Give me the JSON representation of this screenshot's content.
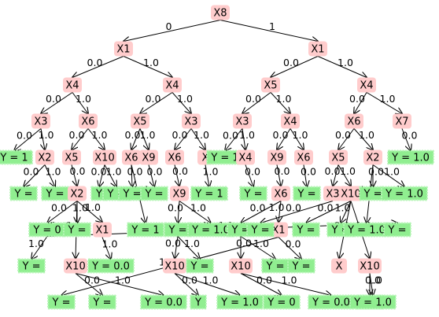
{
  "colors": {
    "split": "#ffcccc",
    "leaf": "#90ee90",
    "edge": "#000000",
    "background": "#ffffff"
  },
  "nodes": [
    {
      "id": "n0",
      "label": "X8",
      "type": "split"
    },
    {
      "id": "n1",
      "label": "X1",
      "type": "split"
    },
    {
      "id": "n2",
      "label": "X1",
      "type": "split"
    },
    {
      "id": "n3",
      "label": "X4",
      "type": "split"
    },
    {
      "id": "n4",
      "label": "X4",
      "type": "split"
    },
    {
      "id": "n5",
      "label": "X5",
      "type": "split"
    },
    {
      "id": "n6",
      "label": "X4",
      "type": "split"
    },
    {
      "id": "n7",
      "label": "X3",
      "type": "split"
    },
    {
      "id": "n8",
      "label": "X6",
      "type": "split"
    },
    {
      "id": "n9",
      "label": "X5",
      "type": "split"
    },
    {
      "id": "n10",
      "label": "X3",
      "type": "split"
    },
    {
      "id": "n11",
      "label": "X3",
      "type": "split"
    },
    {
      "id": "n12",
      "label": "X4",
      "type": "split"
    },
    {
      "id": "n13",
      "label": "X6",
      "type": "split"
    },
    {
      "id": "n14",
      "label": "X7",
      "type": "split"
    },
    {
      "id": "l1",
      "label": "Y = 1",
      "type": "leaf"
    },
    {
      "id": "n15",
      "label": "X2",
      "type": "split"
    },
    {
      "id": "n16",
      "label": "X5",
      "type": "split"
    },
    {
      "id": "n17",
      "label": "X10",
      "type": "split"
    },
    {
      "id": "n18",
      "label": "X6",
      "type": "split"
    },
    {
      "id": "n19",
      "label": "X9",
      "type": "split"
    },
    {
      "id": "n20",
      "label": "X6",
      "type": "split"
    },
    {
      "id": "n21",
      "label": "X",
      "type": "split"
    },
    {
      "id": "l2",
      "label": "Y = 1",
      "type": "leaf"
    },
    {
      "id": "n22",
      "label": "X4",
      "type": "split"
    },
    {
      "id": "n23",
      "label": "X9",
      "type": "split"
    },
    {
      "id": "n24",
      "label": "X6",
      "type": "split"
    },
    {
      "id": "n25",
      "label": "X5",
      "type": "split"
    },
    {
      "id": "n26",
      "label": "X2",
      "type": "split"
    },
    {
      "id": "l3",
      "label": "Y = 1.0",
      "type": "leaf"
    },
    {
      "id": "l4",
      "label": "Y =",
      "type": "leaf"
    },
    {
      "id": "l5",
      "label": "Y =",
      "type": "leaf"
    },
    {
      "id": "n27",
      "label": "X2",
      "type": "split"
    },
    {
      "id": "l6",
      "label": "Y",
      "type": "leaf"
    },
    {
      "id": "l7",
      "label": "Y =",
      "type": "leaf"
    },
    {
      "id": "l8",
      "label": "Y =",
      "type": "leaf"
    },
    {
      "id": "l9",
      "label": "Y =",
      "type": "leaf"
    },
    {
      "id": "n28",
      "label": "X9",
      "type": "split"
    },
    {
      "id": "l10",
      "label": "Y = 1",
      "type": "leaf"
    },
    {
      "id": "l11",
      "label": "Y =",
      "type": "leaf"
    },
    {
      "id": "n29",
      "label": "X6",
      "type": "split"
    },
    {
      "id": "l12",
      "label": "Y =",
      "type": "leaf"
    },
    {
      "id": "n30",
      "label": "X3",
      "type": "split"
    },
    {
      "id": "n31",
      "label": "X10",
      "type": "split"
    },
    {
      "id": "l13",
      "label": "Y =",
      "type": "leaf"
    },
    {
      "id": "l14",
      "label": "Y = 1.0",
      "type": "leaf"
    },
    {
      "id": "l15",
      "label": "Y = 0",
      "type": "leaf"
    },
    {
      "id": "l16",
      "label": "Y =",
      "type": "leaf"
    },
    {
      "id": "n32",
      "label": "X1",
      "type": "split"
    },
    {
      "id": "l17",
      "label": "Y = 1",
      "type": "leaf"
    },
    {
      "id": "l18",
      "label": "Y =",
      "type": "leaf"
    },
    {
      "id": "l19",
      "label": "Y = 1.0",
      "type": "leaf"
    },
    {
      "id": "l20",
      "label": "Y =",
      "type": "leaf"
    },
    {
      "id": "n33",
      "label": "X1",
      "type": "split"
    },
    {
      "id": "l21",
      "label": "Y =",
      "type": "leaf"
    },
    {
      "id": "l22",
      "label": "Y =",
      "type": "leaf"
    },
    {
      "id": "l23",
      "label": "Y =",
      "type": "leaf"
    },
    {
      "id": "l24",
      "label": "Y = 1.0",
      "type": "leaf"
    },
    {
      "id": "l25",
      "label": "Y =",
      "type": "leaf"
    },
    {
      "id": "l26",
      "label": "Y =",
      "type": "leaf"
    },
    {
      "id": "n34",
      "label": "X10",
      "type": "split"
    },
    {
      "id": "l27",
      "label": "Y = 0.0",
      "type": "leaf"
    },
    {
      "id": "n35",
      "label": "X10",
      "type": "split"
    },
    {
      "id": "l28",
      "label": "Y =",
      "type": "leaf"
    },
    {
      "id": "l29",
      "label": "Y =",
      "type": "leaf"
    },
    {
      "id": "n36",
      "label": "X10",
      "type": "split"
    },
    {
      "id": "l30",
      "label": "Y =",
      "type": "leaf"
    },
    {
      "id": "l31",
      "label": "Y =",
      "type": "leaf"
    },
    {
      "id": "n37",
      "label": "X",
      "type": "split"
    },
    {
      "id": "n38",
      "label": "X10",
      "type": "split"
    },
    {
      "id": "l32",
      "label": "Y =",
      "type": "leaf"
    },
    {
      "id": "l33",
      "label": "Y = 0.0",
      "type": "leaf"
    },
    {
      "id": "l34",
      "label": "Y",
      "type": "leaf"
    },
    {
      "id": "l35",
      "label": "Y = 1.0",
      "type": "leaf"
    },
    {
      "id": "l36",
      "label": "Y = 0",
      "type": "leaf"
    },
    {
      "id": "l37",
      "label": "Y = 0.0",
      "type": "leaf"
    },
    {
      "id": "l38",
      "label": "Y =",
      "type": "leaf"
    },
    {
      "id": "l39",
      "label": "Y = 1.0",
      "type": "leaf"
    }
  ],
  "edges": [
    {
      "from": "n0",
      "to": "n1",
      "label": "0"
    },
    {
      "from": "n0",
      "to": "n2",
      "label": "1"
    },
    {
      "from": "n1",
      "to": "n3",
      "label": "0.0"
    },
    {
      "from": "n1",
      "to": "n4",
      "label": "1.0"
    },
    {
      "from": "n2",
      "to": "n5",
      "label": "0.0"
    },
    {
      "from": "n2",
      "to": "n6",
      "label": "1.0"
    },
    {
      "from": "n3",
      "to": "n7",
      "label": "0.0"
    },
    {
      "from": "n3",
      "to": "n8",
      "label": "1.0"
    },
    {
      "from": "n4",
      "to": "n9",
      "label": "0.0"
    },
    {
      "from": "n4",
      "to": "n10",
      "label": "1.0"
    },
    {
      "from": "n5",
      "to": "n11",
      "label": "0.0"
    },
    {
      "from": "n5",
      "to": "n12",
      "label": "1.0"
    },
    {
      "from": "n6",
      "to": "n13",
      "label": "0.0"
    },
    {
      "from": "n6",
      "to": "n14",
      "label": "1.0"
    },
    {
      "from": "n7",
      "to": "l1",
      "label": "0.0"
    },
    {
      "from": "n7",
      "to": "n15",
      "label": "1.0"
    },
    {
      "from": "n8",
      "to": "n16",
      "label": "0.0"
    },
    {
      "from": "n8",
      "to": "n17",
      "label": "1.0"
    },
    {
      "from": "n9",
      "to": "n18",
      "label": "0.0"
    },
    {
      "from": "n9",
      "to": "n19",
      "label": "1.0"
    },
    {
      "from": "n10",
      "to": "n20",
      "label": "0.0"
    },
    {
      "from": "n10",
      "to": "n21",
      "label": "1.0"
    },
    {
      "from": "n11",
      "to": "l2",
      "label": "0.0"
    },
    {
      "from": "n11",
      "to": "n22",
      "label": "1.0"
    },
    {
      "from": "n12",
      "to": "n23",
      "label": "0.0"
    },
    {
      "from": "n12",
      "to": "n24",
      "label": "1.0"
    },
    {
      "from": "n13",
      "to": "n25",
      "label": "0.0"
    },
    {
      "from": "n13",
      "to": "n26",
      "label": "1.0"
    },
    {
      "from": "n14",
      "to": "l3",
      "label": "0.0"
    },
    {
      "from": "n15",
      "to": "l4",
      "label": "0.0"
    },
    {
      "from": "n15",
      "to": "l5",
      "label": "1.0"
    },
    {
      "from": "n16",
      "to": "n27",
      "label": "0.0"
    },
    {
      "from": "n17",
      "to": "l6",
      "label": "0.0"
    },
    {
      "from": "n17",
      "to": "l7",
      "label": "1.0"
    },
    {
      "from": "n18",
      "to": "l8",
      "label": "0.0"
    },
    {
      "from": "n19",
      "to": "l9",
      "label": "0.0"
    },
    {
      "from": "n20",
      "to": "n28",
      "label": "0.0"
    },
    {
      "from": "n21",
      "to": "l10",
      "label": "1.0"
    },
    {
      "from": "n22",
      "to": "l11",
      "label": "0.0"
    },
    {
      "from": "n23",
      "to": "n29",
      "label": "0.0"
    },
    {
      "from": "n24",
      "to": "l12",
      "label": "0.0"
    },
    {
      "from": "n25",
      "to": "n30",
      "label": "0.0"
    },
    {
      "from": "n25",
      "to": "n31",
      "label": "1.0"
    },
    {
      "from": "n26",
      "to": "l13",
      "label": "0.0"
    },
    {
      "from": "n26",
      "to": "l14",
      "label": "1.0"
    },
    {
      "from": "n27",
      "to": "l15",
      "label": "0.0"
    },
    {
      "from": "n27",
      "to": "l16",
      "label": "1.0"
    },
    {
      "from": "n27",
      "to": "n32",
      "label": "1.0"
    },
    {
      "from": "n18",
      "to": "l17",
      "label": "1.0"
    },
    {
      "from": "n28",
      "to": "l18",
      "label": "0.0"
    },
    {
      "from": "n28",
      "to": "l19",
      "label": "1.0"
    },
    {
      "from": "n29",
      "to": "l20",
      "label": "0.0"
    },
    {
      "from": "n29",
      "to": "n33",
      "label": "1.0"
    },
    {
      "from": "n30",
      "to": "l21",
      "label": "0.0"
    },
    {
      "from": "n31",
      "to": "l22",
      "label": "0.0"
    },
    {
      "from": "n31",
      "to": "l23",
      "label": "1.0"
    },
    {
      "from": "n26",
      "to": "l24",
      "label": "1.0"
    },
    {
      "from": "l15",
      "to": "l25",
      "label": "0.0"
    },
    {
      "from": "l15",
      "to": "l26",
      "label": "1.0"
    },
    {
      "from": "n27",
      "to": "n34",
      "label": "0.0"
    },
    {
      "from": "n32",
      "to": "l27",
      "label": "1.0"
    },
    {
      "from": "l18",
      "to": "n35",
      "label": "0.0"
    },
    {
      "from": "l18",
      "to": "l28",
      "label": "1.0"
    },
    {
      "from": "l20",
      "to": "l29",
      "label": "1.0"
    },
    {
      "from": "l20",
      "to": "n36",
      "label": "0.0"
    },
    {
      "from": "n33",
      "to": "l30",
      "label": "0.0"
    },
    {
      "from": "n33",
      "to": "l31",
      "label": "1.0"
    },
    {
      "from": "n31",
      "to": "n37",
      "label": "0.0"
    },
    {
      "from": "n31",
      "to": "n38",
      "label": "1.0"
    },
    {
      "from": "n34",
      "to": "l32",
      "label": "0.0"
    },
    {
      "from": "n34",
      "to": "l33",
      "label": "1.0"
    },
    {
      "from": "n35",
      "to": "l34",
      "label": "0.0"
    },
    {
      "from": "n35",
      "to": "l35",
      "label": "1.0"
    },
    {
      "from": "n36",
      "to": "l36",
      "label": "0.0"
    },
    {
      "from": "n36",
      "to": "l37",
      "label": "1.0"
    },
    {
      "from": "n38",
      "to": "l38",
      "label": "0.0"
    },
    {
      "from": "n38",
      "to": "l39",
      "label": "1.0"
    }
  ]
}
